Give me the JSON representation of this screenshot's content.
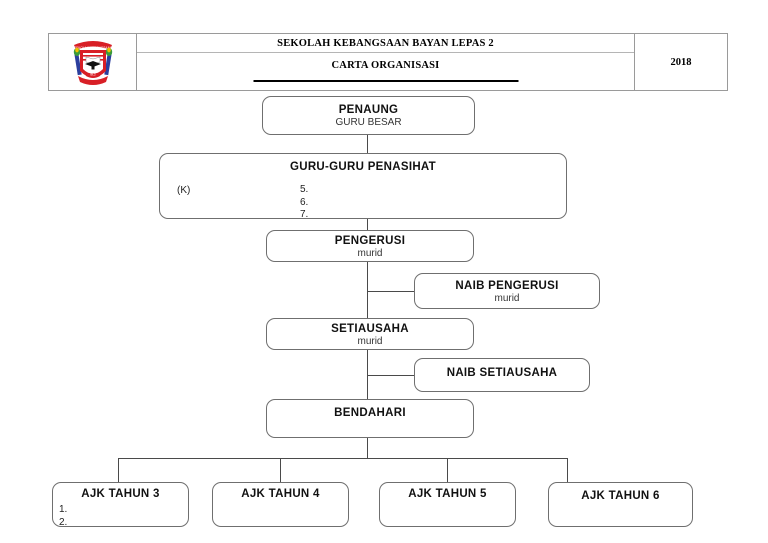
{
  "header": {
    "logo_alt": "school-crest",
    "school_name": "SEKOLAH KEBANGSAAN BAYAN LEPAS 2",
    "chart_name": "CARTA ORGANISASI",
    "year": "2018"
  },
  "chart": {
    "nodes": [
      {
        "id": "penaung",
        "title": "PENAUNG",
        "subtitle": "GURU BESAR"
      },
      {
        "id": "guru-penasihat",
        "title": "GURU-GURU PENASIHAT",
        "subtitle": ""
      },
      {
        "id": "pengerusi",
        "title": "PENGERUSI",
        "subtitle": "murid"
      },
      {
        "id": "naib-pengerusi",
        "title": "NAIB PENGERUSI",
        "subtitle": "murid"
      },
      {
        "id": "setiausaha",
        "title": "SETIAUSAHA",
        "subtitle": "murid"
      },
      {
        "id": "naib-setiausaha",
        "title": "NAIB SETIAUSAHA",
        "subtitle": ""
      },
      {
        "id": "bendahari",
        "title": "BENDAHARI",
        "subtitle": ""
      },
      {
        "id": "ajk-tahun-3",
        "title": "AJK TAHUN 3",
        "subtitle": ""
      },
      {
        "id": "ajk-tahun-4",
        "title": "AJK TAHUN 4",
        "subtitle": ""
      },
      {
        "id": "ajk-tahun-5",
        "title": "AJK TAHUN 5",
        "subtitle": ""
      },
      {
        "id": "ajk-tahun-6",
        "title": "AJK TAHUN 6",
        "subtitle": ""
      }
    ],
    "penasihat_k_label": "(K)",
    "penasihat_items": [
      "5.",
      "6.",
      "7."
    ],
    "ajk3_items": [
      "1.",
      "2."
    ]
  },
  "colors": {
    "crest_red": "#d81f26",
    "crest_blue": "#2b3f9e",
    "crest_green": "#3a9b3a",
    "crest_yellow": "#f2c200",
    "box_border": "#6f6f6f",
    "connector": "#4a4a4a",
    "table_border": "#9a9a9a",
    "background": "#ffffff"
  }
}
